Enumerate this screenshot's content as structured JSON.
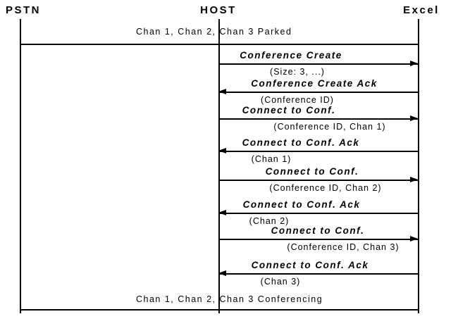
{
  "diagram": {
    "type": "sequence-diagram",
    "actors": [
      {
        "name": "PSTN"
      },
      {
        "name": "HOST"
      },
      {
        "name": "Excel"
      }
    ],
    "sections": {
      "top_banner": "Chan 1, Chan 2, Chan 3 Parked",
      "bottom_banner": "Chan 1, Chan 2, Chan 3 Conferencing"
    },
    "messages": [
      {
        "label": "Conference Create",
        "params": "(Size: 3, ...)",
        "from": "HOST",
        "to": "Excel",
        "direction": "right"
      },
      {
        "label": "Conference Create Ack",
        "params": "(Conference ID)",
        "from": "Excel",
        "to": "HOST",
        "direction": "left"
      },
      {
        "label": "Connect to Conf.",
        "params": "(Conference ID, Chan 1)",
        "from": "HOST",
        "to": "Excel",
        "direction": "right"
      },
      {
        "label": "Connect to Conf. Ack",
        "params": "(Chan 1)",
        "from": "Excel",
        "to": "HOST",
        "direction": "left"
      },
      {
        "label": "Connect to Conf.",
        "params": "(Conference ID, Chan 2)",
        "from": "HOST",
        "to": "Excel",
        "direction": "right"
      },
      {
        "label": "Connect to Conf. Ack",
        "params": "(Chan 2)",
        "from": "Excel",
        "to": "HOST",
        "direction": "left"
      },
      {
        "label": "Connect to Conf.",
        "params": "(Conference ID, Chan 3)",
        "from": "HOST",
        "to": "Excel",
        "direction": "right"
      },
      {
        "label": "Connect to Conf. Ack",
        "params": "(Chan 3)",
        "from": "Excel",
        "to": "HOST",
        "direction": "left"
      }
    ],
    "colors": {
      "background": "#ffffff",
      "line": "#000000",
      "text": "#000000"
    }
  }
}
